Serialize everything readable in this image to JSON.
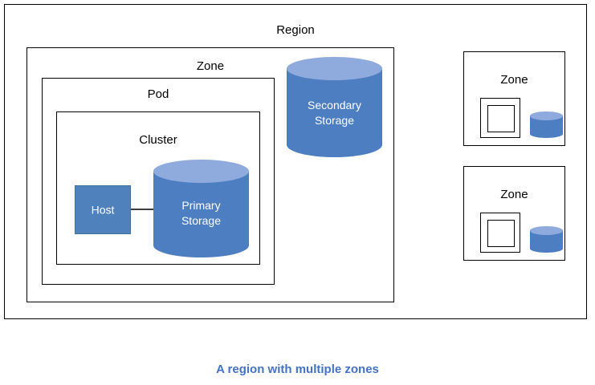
{
  "diagram": {
    "caption": "A region with multiple zones",
    "colors": {
      "cylinder_body": "#4E7EC2",
      "cylinder_top": "#8FAADC",
      "host_fill": "#4F81BD",
      "box_border": "#000000",
      "caption_text": "#4472C4",
      "shape_text": "#FFFFFF",
      "label_text": "#000000"
    },
    "region": {
      "label": "Region",
      "zone": {
        "label": "Zone",
        "pod": {
          "label": "Pod",
          "cluster": {
            "label": "Cluster",
            "host": {
              "label": "Host"
            },
            "primary_storage": {
              "line1": "Primary",
              "line2": "Storage"
            }
          }
        },
        "secondary_storage": {
          "line1": "Secondary",
          "line2": "Storage"
        }
      },
      "other_zones": [
        {
          "label": "Zone"
        },
        {
          "label": "Zone"
        }
      ]
    }
  }
}
